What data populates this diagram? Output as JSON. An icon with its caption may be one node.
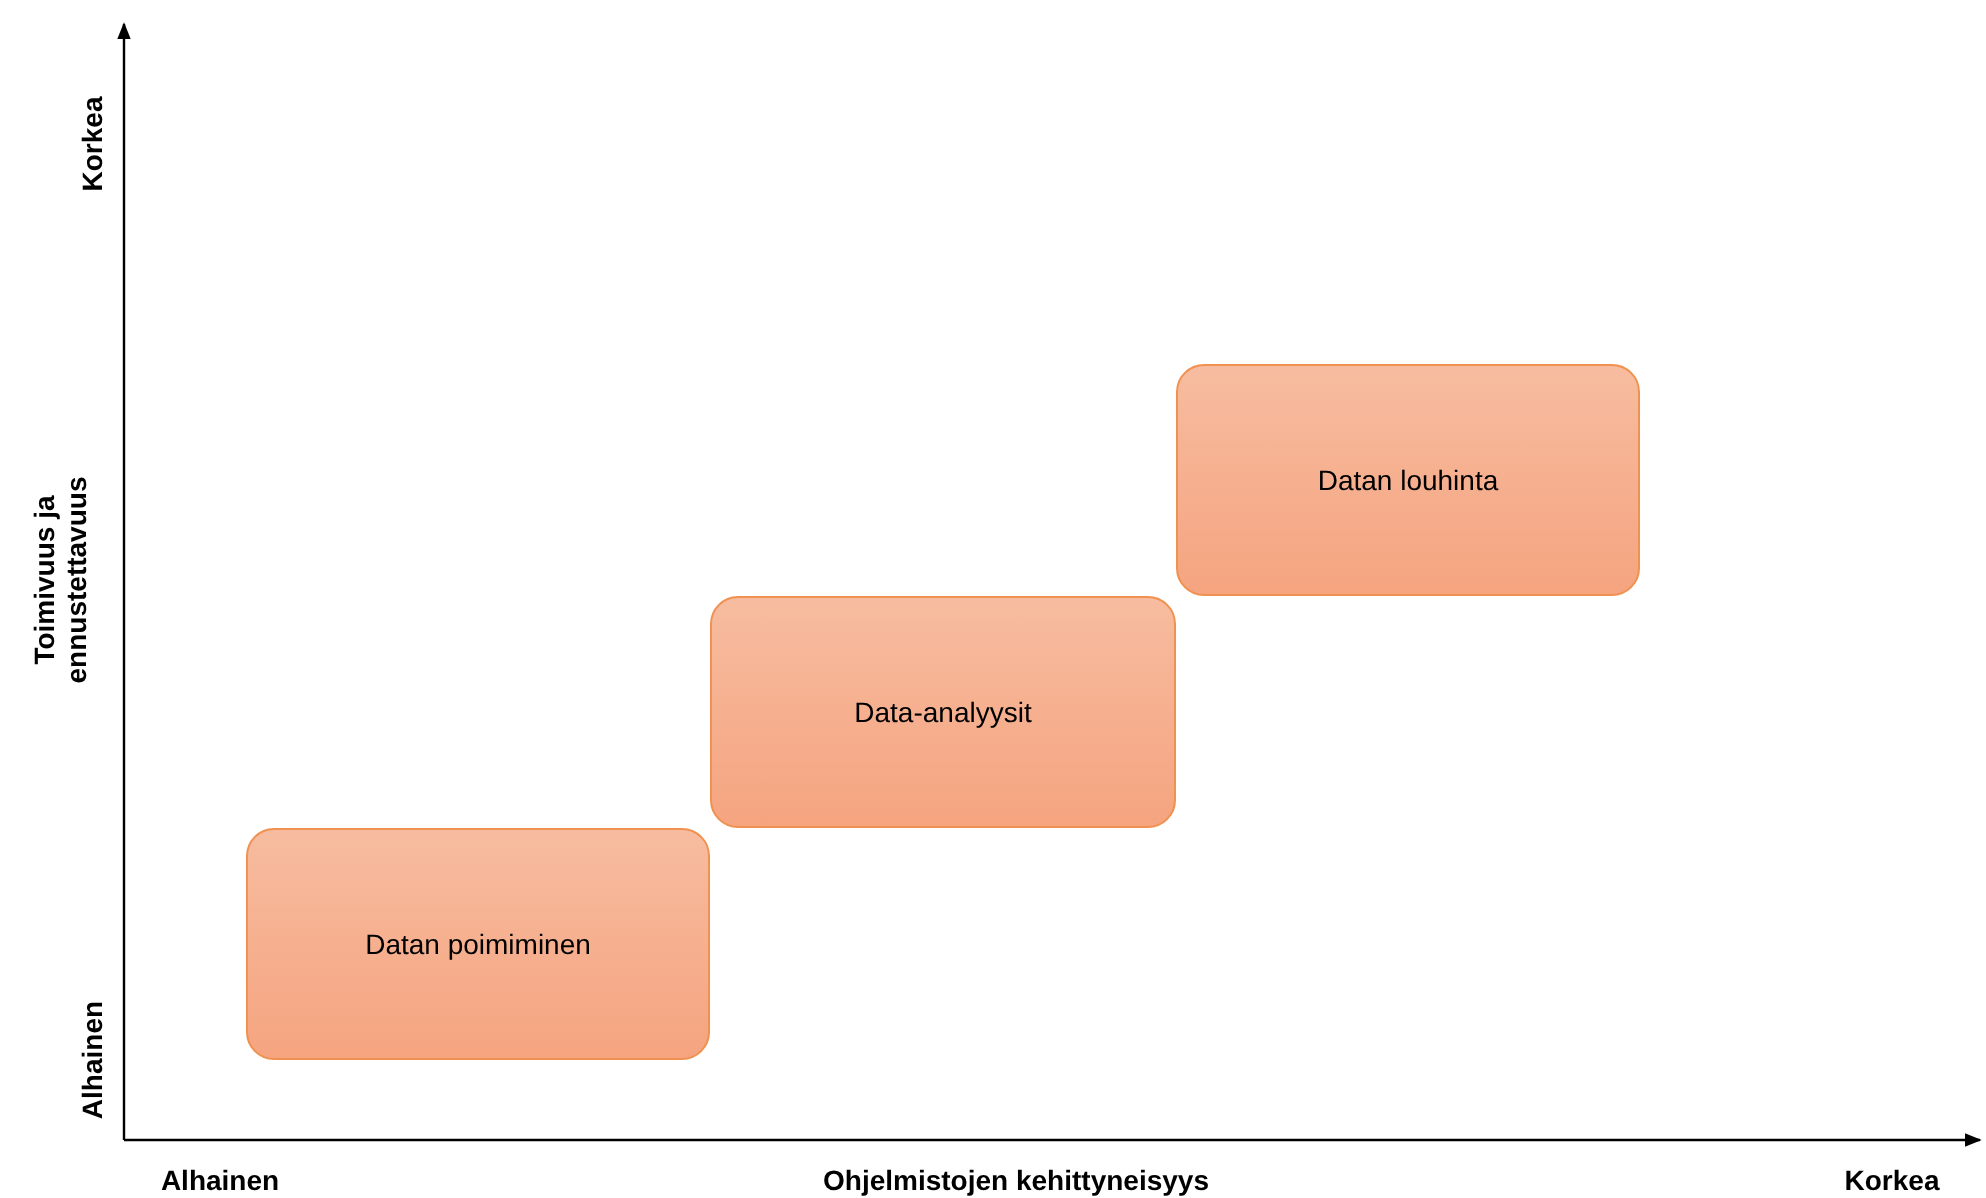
{
  "diagram": {
    "nodes": [
      {
        "text": [
          "Datan poimiminen"
        ]
      },
      {
        "text": [
          "Data-analyysit"
        ]
      },
      {
        "text": [
          "Datan louhinta"
        ]
      }
    ],
    "labels": [
      "Korkea",
      "Toimivuus ja ennustettavuus",
      "Alhainen",
      "Alhainen",
      "Ohjelmistojen kehittyneisyys",
      "Korkea"
    ]
  }
}
